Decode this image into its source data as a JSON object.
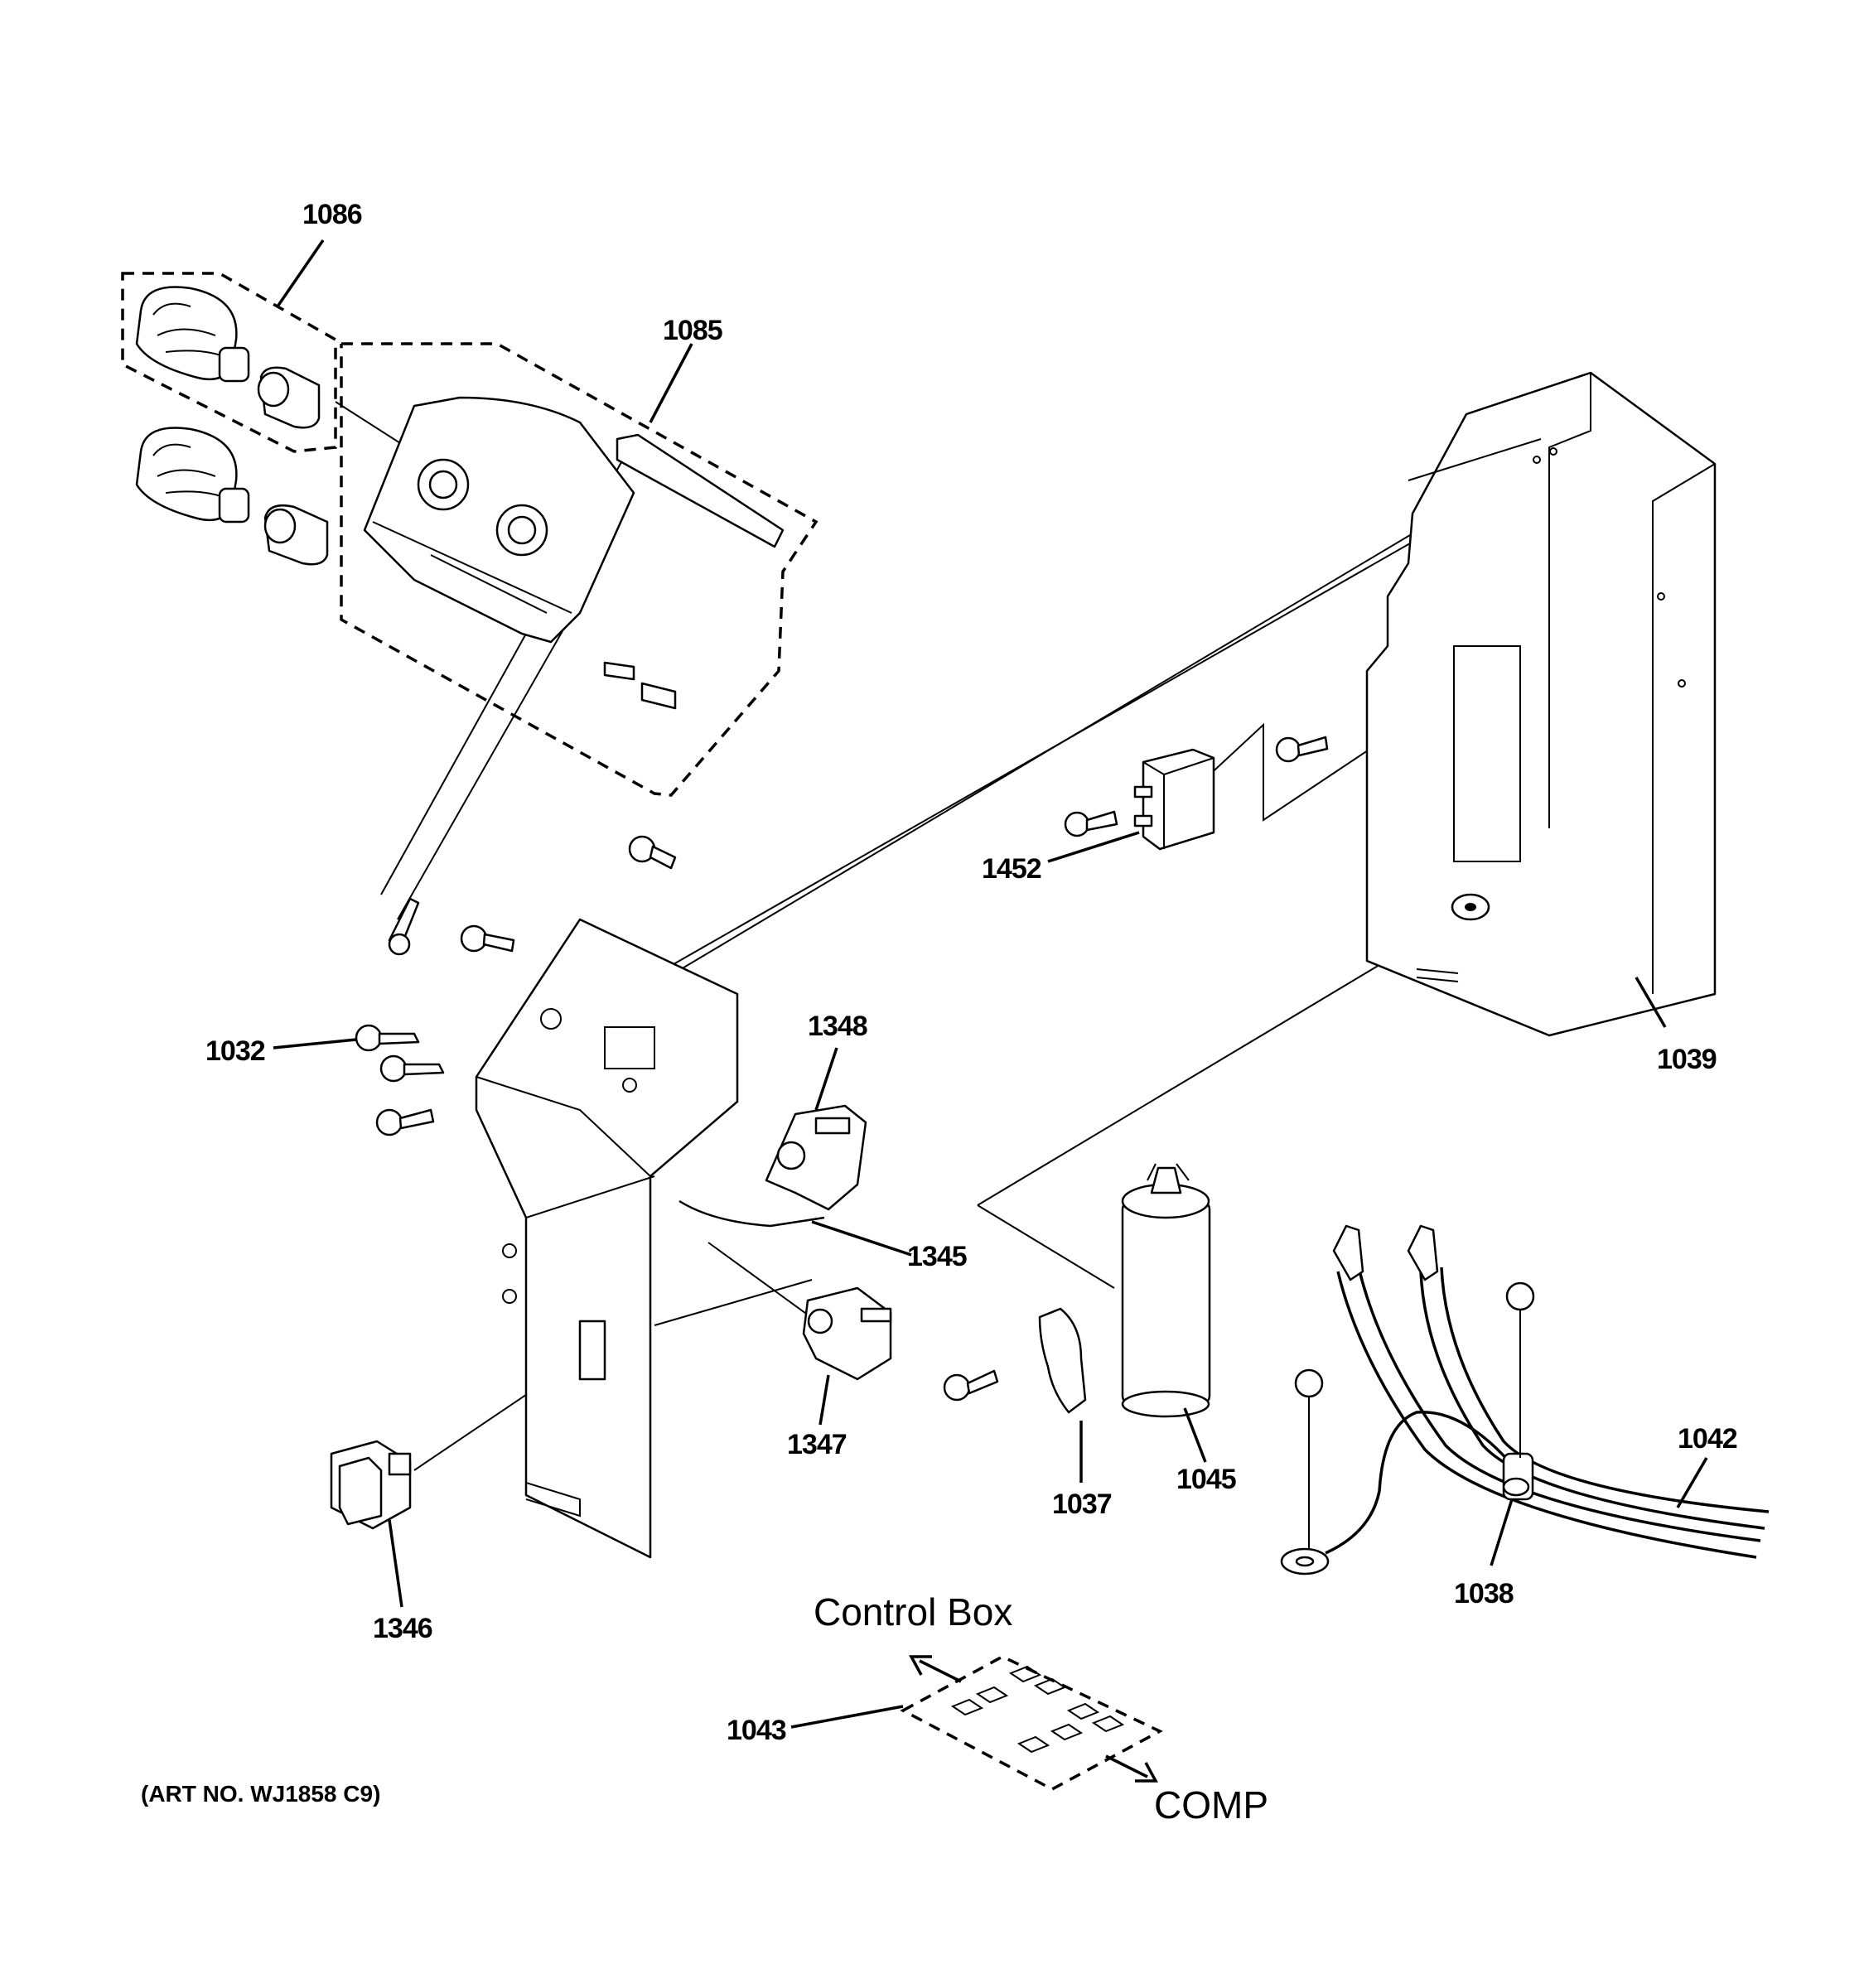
{
  "labels": {
    "p1086": "1086",
    "p1085": "1085",
    "p1452": "1452",
    "p1039": "1039",
    "p1032": "1032",
    "p1348": "1348",
    "p1345": "1345",
    "p1347": "1347",
    "p1037": "1037",
    "p1045": "1045",
    "p1042": "1042",
    "p1038": "1038",
    "p1346": "1346",
    "p1043": "1043"
  },
  "annotations": {
    "control_box": "Control Box",
    "comp": "COMP"
  },
  "art_number": "(ART NO. WJ1858 C9)"
}
